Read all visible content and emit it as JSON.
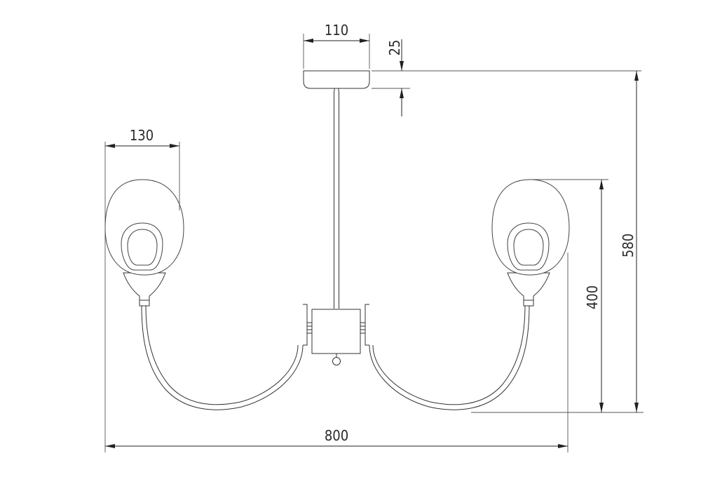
{
  "dimensions": {
    "canopy_width": "110",
    "canopy_height": "25",
    "shade_width": "130",
    "shade_to_bottom_height": "400",
    "total_height": "580",
    "total_width": "800"
  },
  "colors": {
    "line": "#333333",
    "background": "#ffffff"
  }
}
